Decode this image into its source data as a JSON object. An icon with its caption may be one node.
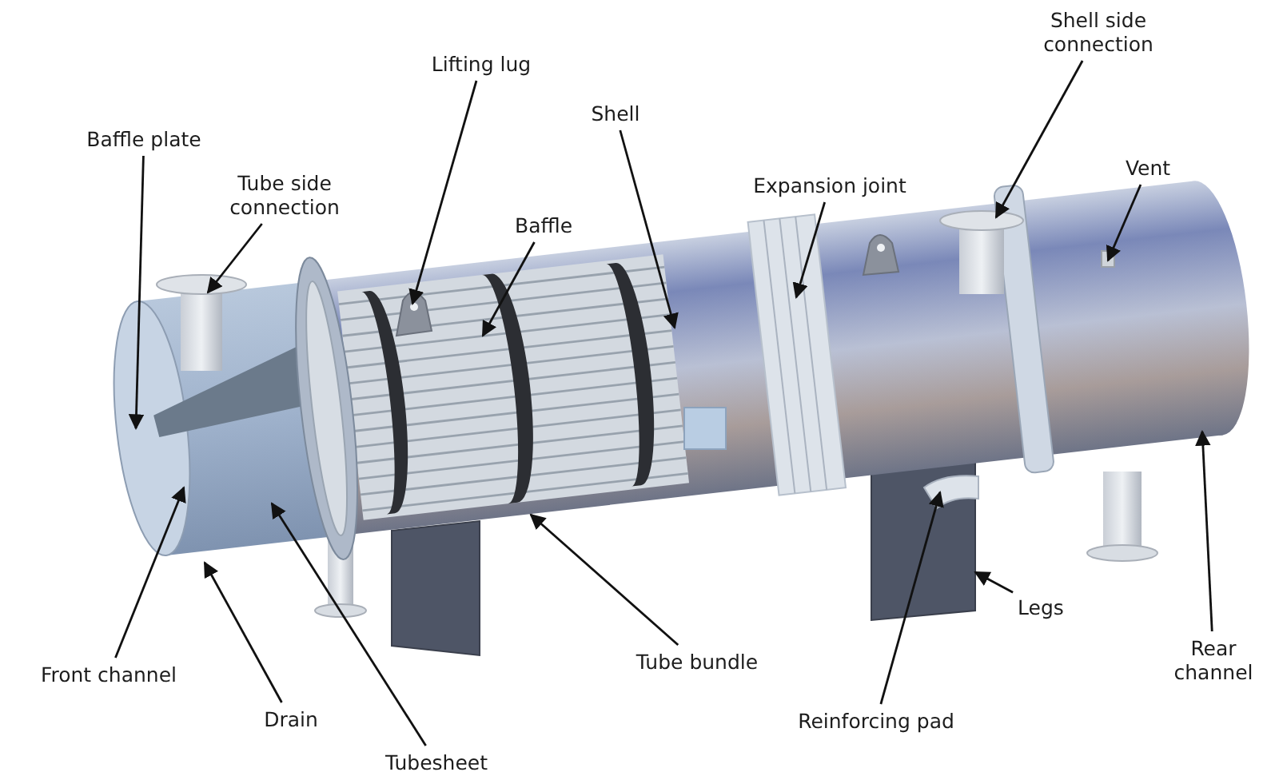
{
  "diagram": {
    "nodes": [
      {
        "text": [
          "Baffle plate"
        ]
      },
      {
        "text": [
          "Tube side connection"
        ]
      },
      {
        "text": [
          "Lifting lug"
        ]
      },
      {
        "text": [
          "Baffle"
        ]
      },
      {
        "text": [
          "Shell"
        ]
      },
      {
        "text": [
          "Expansion joint"
        ]
      },
      {
        "text": [
          "Shell side connection"
        ]
      },
      {
        "text": [
          "Vent"
        ]
      },
      {
        "text": [
          "Front channel"
        ]
      },
      {
        "text": [
          "Drain"
        ]
      },
      {
        "text": [
          "Tubesheet"
        ]
      },
      {
        "text": [
          "Tube bundle"
        ]
      },
      {
        "text": [
          "Legs"
        ]
      },
      {
        "text": [
          "Reinforcing pad"
        ]
      },
      {
        "text": [
          "Rear channel"
        ]
      }
    ],
    "edges": [
      {
        "from": 0,
        "to": null,
        "arrow": "to"
      },
      {
        "from": 1,
        "to": null,
        "arrow": "to"
      },
      {
        "from": 2,
        "to": null,
        "arrow": "to"
      },
      {
        "from": 3,
        "to": null,
        "arrow": "to"
      },
      {
        "from": 4,
        "to": null,
        "arrow": "to"
      },
      {
        "from": 5,
        "to": null,
        "arrow": "to"
      },
      {
        "from": 6,
        "to": null,
        "arrow": "to"
      },
      {
        "from": 7,
        "to": null,
        "arrow": "to"
      },
      {
        "from": 8,
        "to": null,
        "arrow": "to"
      },
      {
        "from": 9,
        "to": null,
        "arrow": "to"
      },
      {
        "from": 10,
        "to": null,
        "arrow": "to"
      },
      {
        "from": 11,
        "to": null,
        "arrow": "to"
      },
      {
        "from": 12,
        "to": null,
        "arrow": "to"
      },
      {
        "from": 13,
        "to": null,
        "arrow": "to"
      },
      {
        "from": 14,
        "to": null,
        "arrow": "to"
      }
    ]
  }
}
